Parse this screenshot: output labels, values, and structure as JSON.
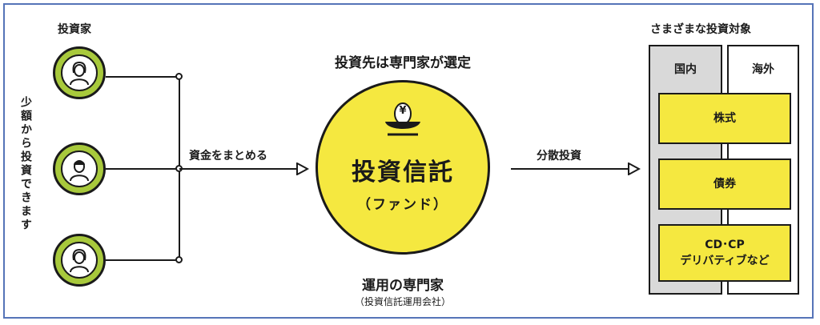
{
  "investors": {
    "title": "投資家",
    "note": "少額から投資できます"
  },
  "flow": {
    "collect_label": "資金をまとめる",
    "distribute_label": "分散投資"
  },
  "fund": {
    "top_caption": "投資先は専門家が選定",
    "name": "投資信託",
    "subname": "（ファンド）",
    "yen_symbol": "¥",
    "manager_title": "運用の専門家",
    "manager_sub": "（投資信託運用会社）"
  },
  "targets": {
    "title": "さまざまな投資対象",
    "domestic": "国内",
    "overseas": "海外",
    "assets": [
      {
        "line1": "株式",
        "line2": ""
      },
      {
        "line1": "債券",
        "line2": ""
      },
      {
        "line1": "CD･CP",
        "line2": "デリバティブなど"
      }
    ]
  },
  "colors": {
    "green": "#a8c93c",
    "yellow": "#f5e840",
    "gray": "#d9d9d9",
    "frame": "#5574b8"
  }
}
